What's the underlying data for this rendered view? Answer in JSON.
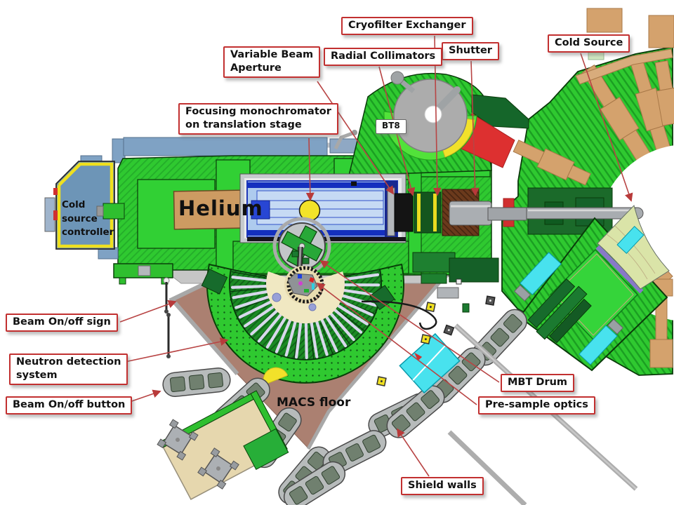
{
  "meta": {
    "description": "Plan-view engineering diagram of the MACS neutron spectrometer beamline with annotated components"
  },
  "callouts": {
    "cryofilter_exchanger": {
      "label": "Cryofilter Exchanger"
    },
    "cold_source": {
      "label": "Cold Source"
    },
    "shutter": {
      "label": "Shutter"
    },
    "radial_collimators": {
      "label": "Radial Collimators"
    },
    "variable_beam_aperture": {
      "lines": [
        "Variable Beam",
        "Aperture"
      ]
    },
    "focusing_monochromator": {
      "lines": [
        "Focusing monochromator",
        "on translation stage"
      ]
    },
    "bt8": {
      "label": "BT8"
    },
    "cold_source_controller": {
      "lines": [
        "Cold",
        "source",
        "controller"
      ]
    },
    "beam_on_off_sign": {
      "label": "Beam On/off sign"
    },
    "neutron_detection_system": {
      "lines": [
        "Neutron detection",
        "system"
      ]
    },
    "beam_on_off_button": {
      "label": "Beam On/off button"
    },
    "mbt_drum": {
      "label": "MBT Drum"
    },
    "pre_sample_optics": {
      "label": "Pre-sample optics"
    },
    "shield_walls": {
      "label": "Shield walls"
    }
  },
  "diagram_text": {
    "helium": "Helium",
    "macs_floor": "MACS floor"
  },
  "colors": {
    "shield_green": "#2FC930",
    "shield_green_dark": "#1B8A24",
    "dark_green_block": "#176B2C",
    "beam_plug_tan": "#D4A26D",
    "floor_brown": "#AB8071",
    "shutter_red": "#DD3030",
    "monochromator_yellow": "#F2E329",
    "stage_light_blue": "#AECBEE",
    "guide_dark_blue": "#1430BE",
    "controller_blue": "#6D95B7",
    "controller_trim_yellow": "#EFE01E",
    "detector_cream": "#F0E8C2",
    "detector_tube_lavender": "#D8D8EC",
    "optics_cyan": "#48E2EE",
    "shield_wall_gray": "#B7BBBB",
    "callout_border_red": "#C23030",
    "leader_line_red": "#B84444"
  }
}
